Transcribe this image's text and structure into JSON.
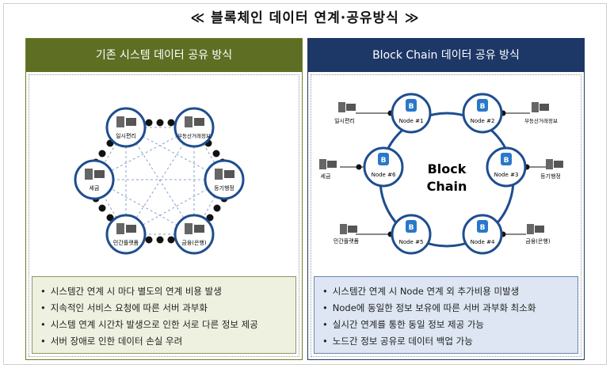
{
  "title": "≪ 블록체인 데이터 연계·공유방식 ≫",
  "left_panel": {
    "header": "기존 시스템 데이터 공유 방식",
    "nodes": [
      "일시편리",
      "부동산거래정보",
      "등기행정",
      "금융(은행)",
      "민간플랫폼",
      "세금"
    ],
    "notes": [
      "시스템간 연계 시 마다 별도의 연계 비용 발생",
      "지속적인 서비스 요청에 따른 서버 과부화",
      "시스템 연계 시간차 발생으로 인한 서로 다른 정보 제공",
      "서버 장애로 인한 데이터 손실 우려"
    ]
  },
  "right_panel": {
    "header": "Block Chain 데이터 공유 방식",
    "center_label_1": "Block",
    "center_label_2": "Chain",
    "nodes": [
      "Node #1",
      "Node #2",
      "Node #3",
      "Node #4",
      "Node #5",
      "Node #6"
    ],
    "systems": [
      "일시편리",
      "부동산거래정보",
      "등기행정",
      "금융(은행)",
      "민간플랫폼",
      "세금"
    ],
    "notes": [
      "시스템간 연계 시 Node 연계 외 추가비용 미발생",
      "Node에 동일한 정보 보유에 따른 서버 과부화 최소화",
      "실시간 연계를 통한 동일 정보 제공 가능",
      "노드간 정보 공유로 데이터 백업 가능"
    ]
  },
  "colors": {
    "left_header": "#5e6f24",
    "right_header": "#1d3767",
    "ring": "#1f4d8f",
    "node_fill": "#2a78c8"
  }
}
